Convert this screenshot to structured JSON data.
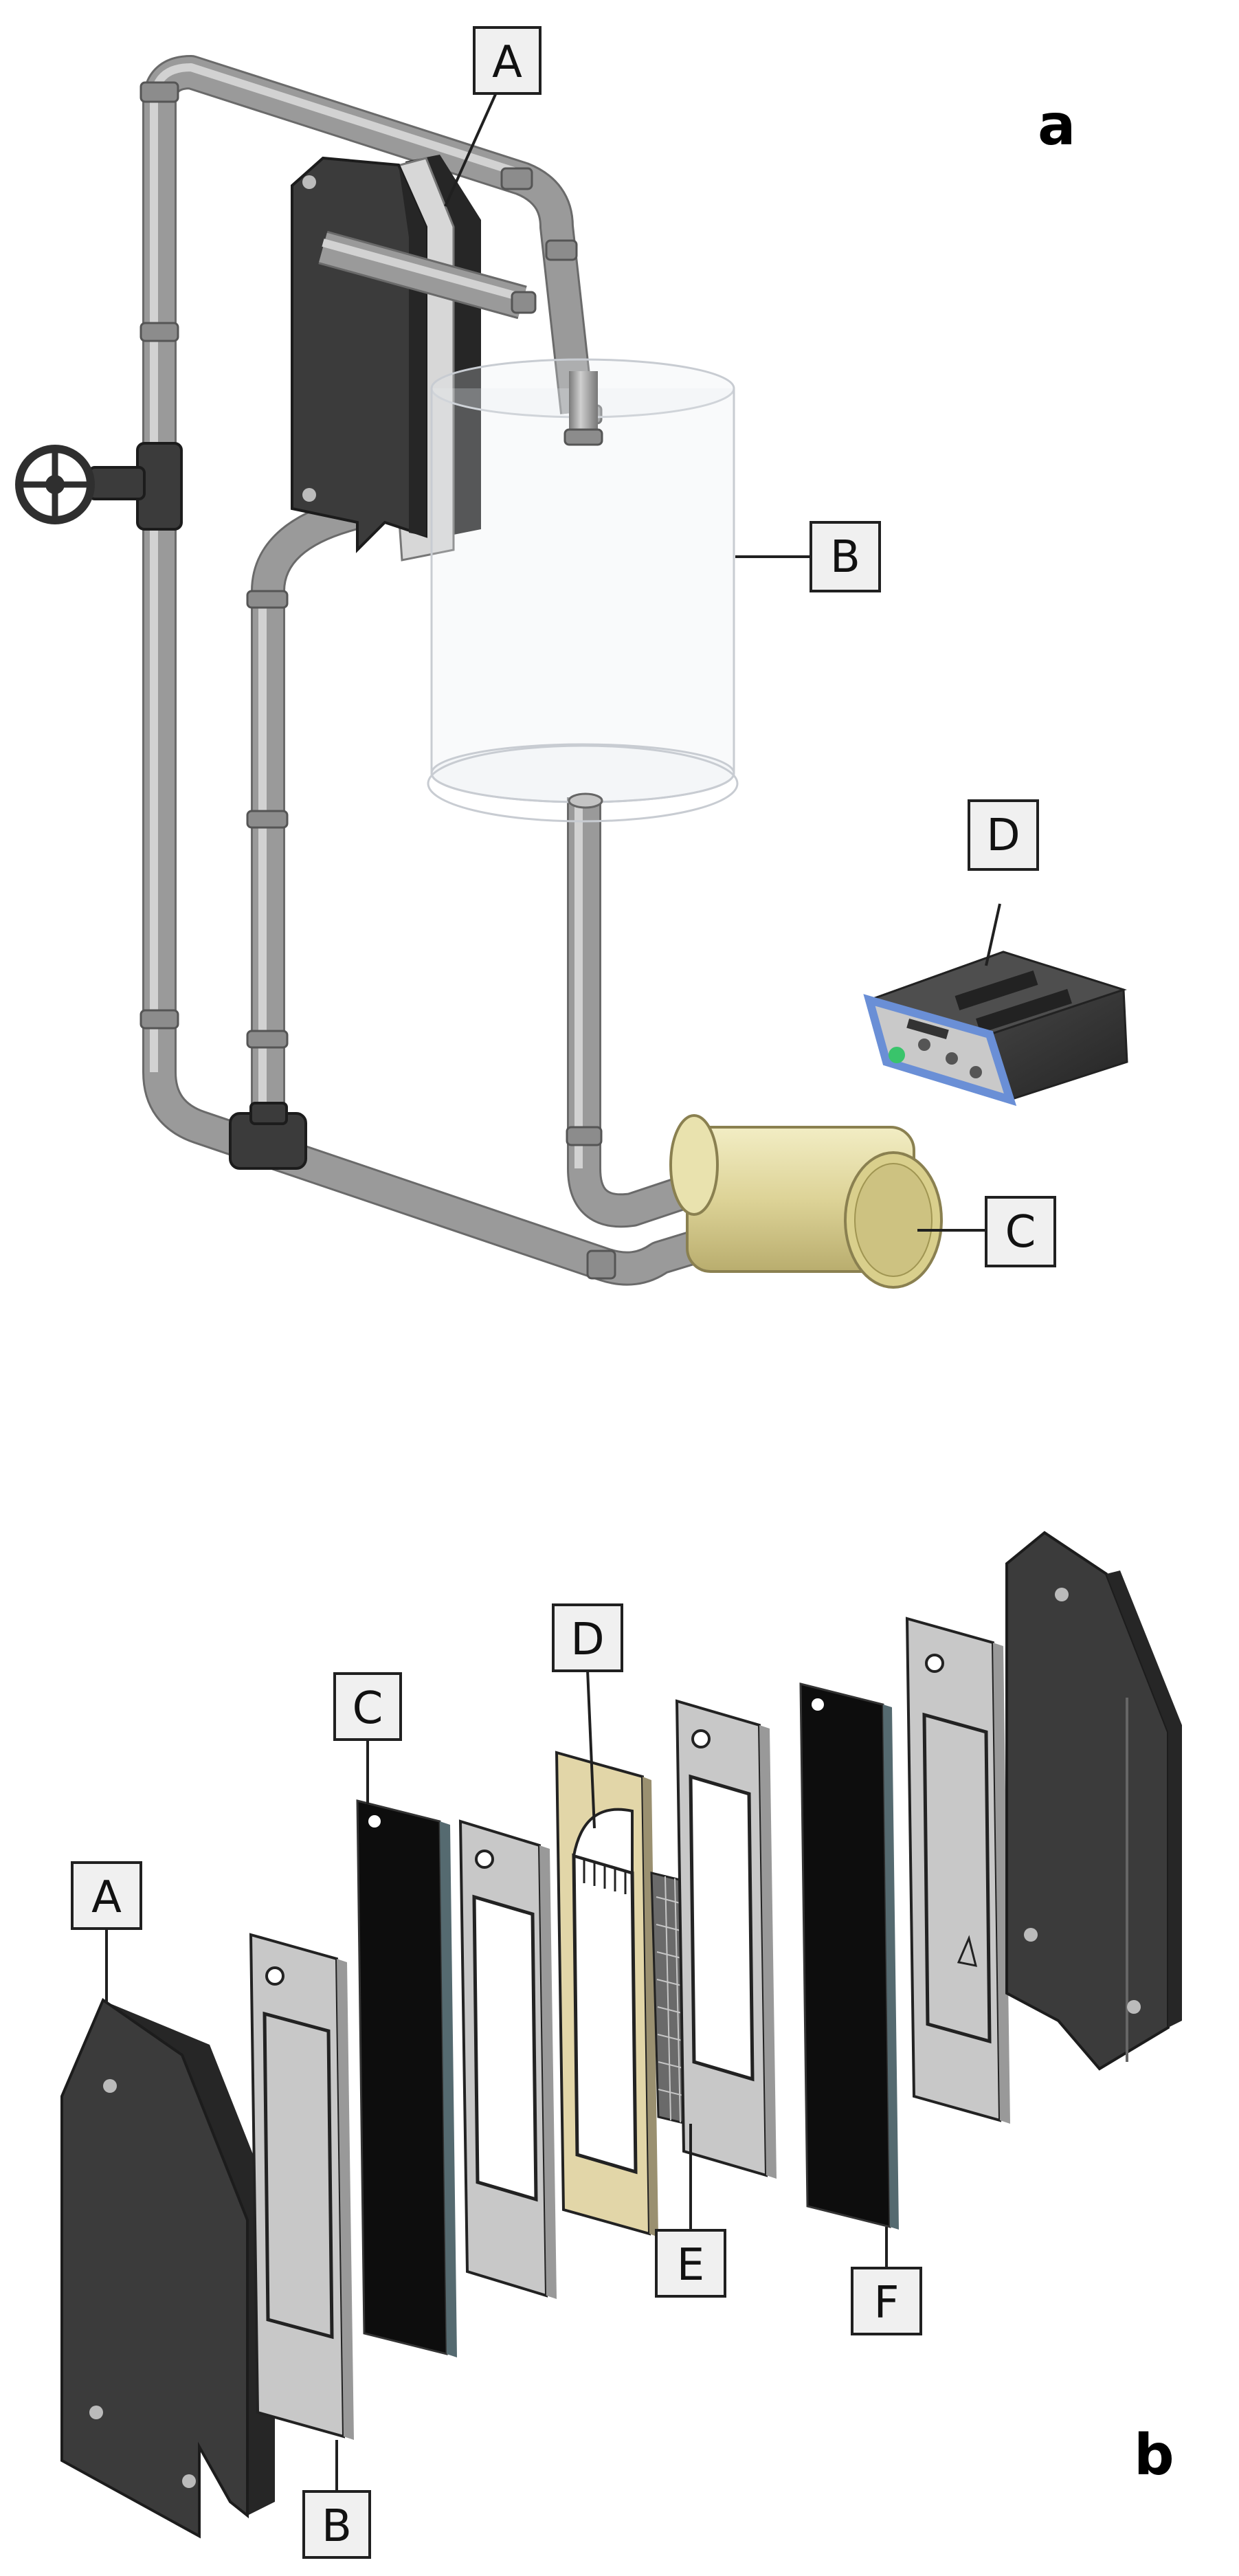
{
  "panels": {
    "a": {
      "letter": "a",
      "labels": {
        "A": "A",
        "B": "B",
        "C": "C",
        "D": "D"
      }
    },
    "b": {
      "letter": "b",
      "labels": {
        "A": "A",
        "B": "B",
        "C": "C",
        "D": "D",
        "E": "E",
        "F": "F"
      }
    }
  },
  "colors": {
    "pipe": "#9a9a9a",
    "end_plate": "#3b3b3b",
    "gasket": "#d4d4d4",
    "electrode": "#0d0d0d",
    "spacer_frame": "#e2d6a8",
    "pump": "#e3dba0",
    "power_supply_frame": "#6a8fd6"
  }
}
